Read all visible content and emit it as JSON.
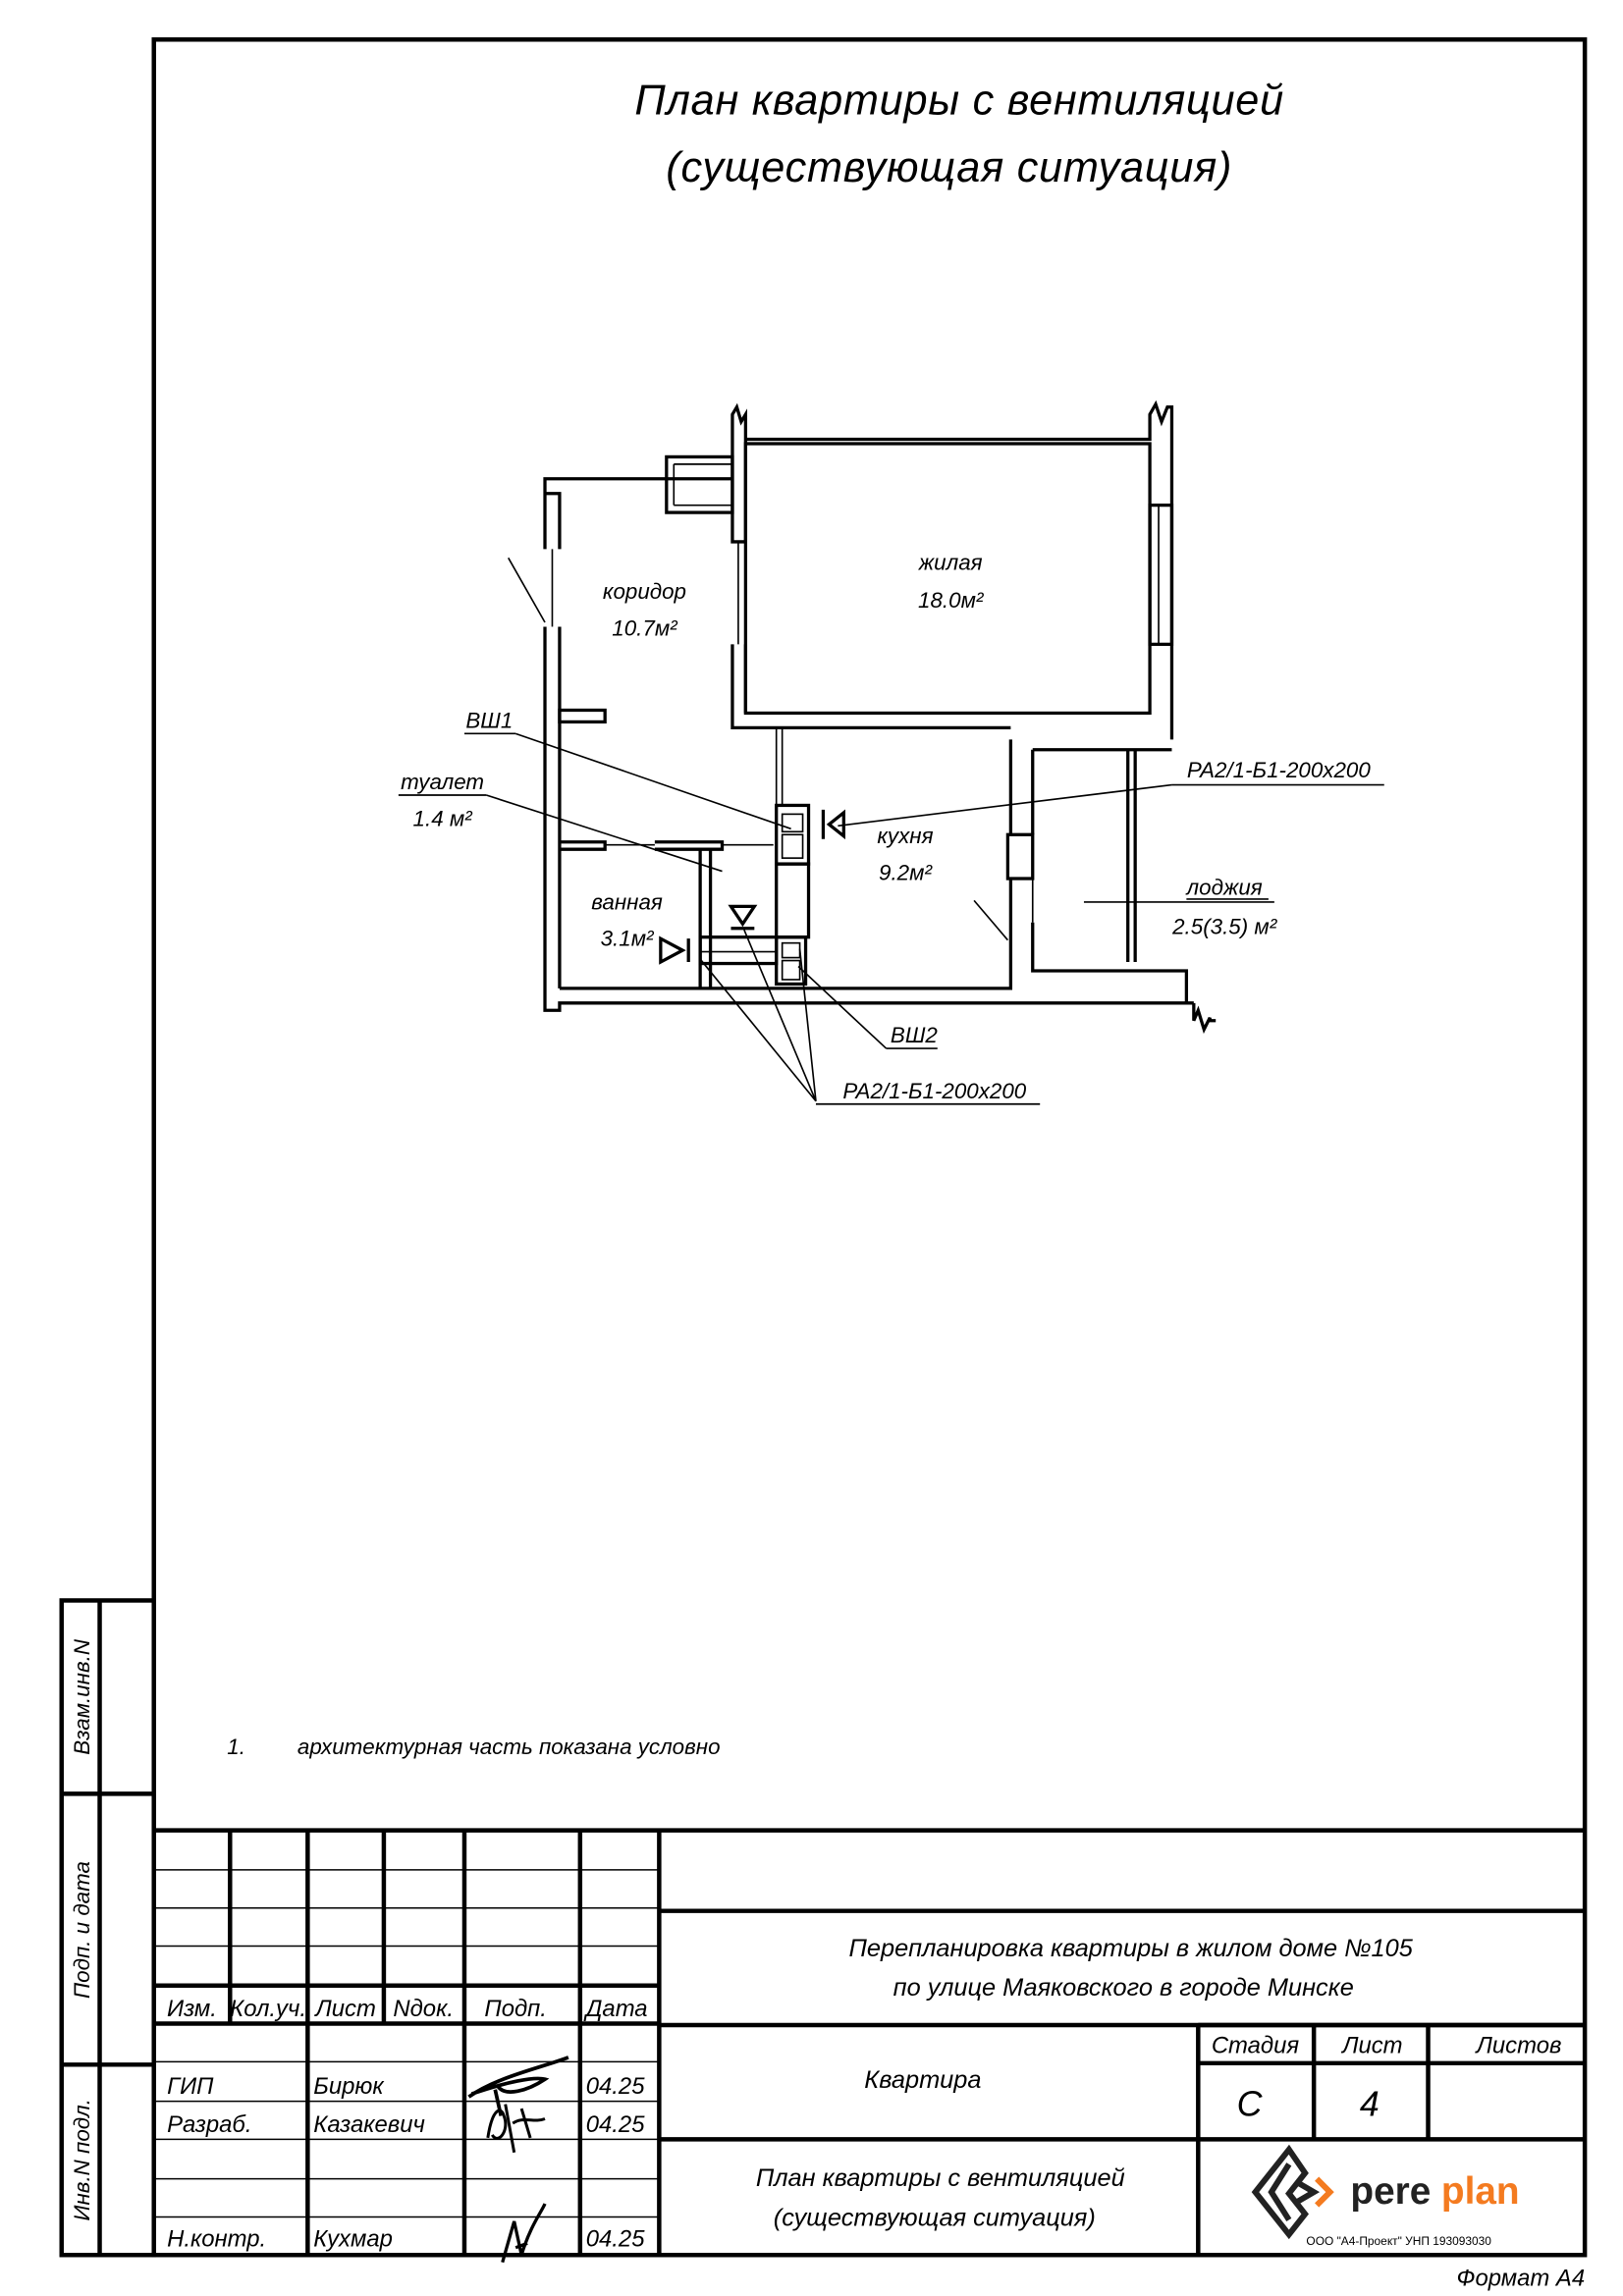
{
  "sheet": {
    "title_line1": "План квартиры с вентиляцией",
    "title_line2": "(существующая ситуация)",
    "note_number": "1.",
    "note_text": "архитектурная часть показана условно",
    "format": "Формат А4"
  },
  "side_stamp": {
    "field1": "Взам.инв.N",
    "field2": "Подп. и дата",
    "field3": "Инв.N подл."
  },
  "plan": {
    "rooms": [
      {
        "name": "жилая",
        "area": "18.0м²"
      },
      {
        "name": "коридор",
        "area": "10.7м²"
      },
      {
        "name": "туалет",
        "area": "1.4 м²"
      },
      {
        "name": "ванная",
        "area": "3.1м²"
      },
      {
        "name": "кухня",
        "area": "9.2м²"
      },
      {
        "name": "лоджия",
        "area": "2.5(3.5) м²"
      }
    ],
    "shafts": [
      "ВШ1",
      "ВШ2"
    ],
    "grilles": [
      "РА2/1-Б1-200x200",
      "РА2/1-Б1-200x200"
    ]
  },
  "title_block": {
    "headers": [
      "Изм.",
      "Кол.уч.",
      "Лист",
      "Nдок.",
      "Подп.",
      "Дата"
    ],
    "signers": [
      {
        "role": "ГИП",
        "name": "Бирюк",
        "date": "04.25"
      },
      {
        "role": "Разраб.",
        "name": "Казакевич",
        "date": "04.25"
      },
      {
        "role": "Н.контр.",
        "name": "Кухмар",
        "date": "04.25"
      }
    ],
    "project_line1": "Перепланировка квартиры в жилом доме №105",
    "project_line2": "по улице Маяковского в городе Минске",
    "object": "Квартира",
    "stage_label": "Стадия",
    "sheet_label": "Лист",
    "sheets_label": "Листов",
    "stage": "С",
    "sheet": "4",
    "sheets": "",
    "drawing_line1": "План квартиры с вентиляцией",
    "drawing_line2": "(существующая ситуация)",
    "logo_text_a": "pere",
    "logo_text_b": "plan",
    "company": "ООО \"А4-Проект\" УНП 193093030",
    "logo_color": "#f47b20"
  }
}
